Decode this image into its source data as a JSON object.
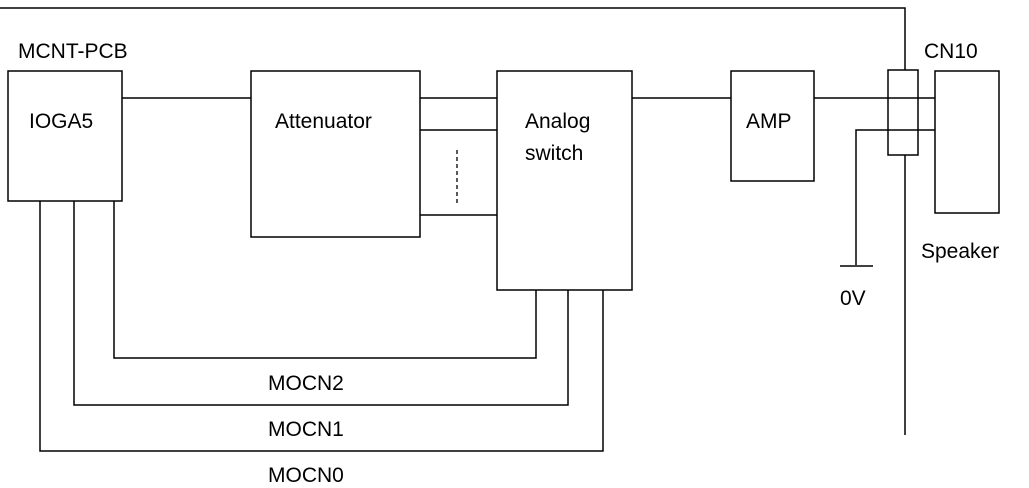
{
  "labels": {
    "board": "MCNT-PCB",
    "connector": "CN10",
    "ioga": "IOGA5",
    "attenuator": "Attenuator",
    "switch_line1": "Analog",
    "switch_line2": "switch",
    "amp": "AMP",
    "speaker": "Speaker",
    "ground": "0V",
    "mocn2": "MOCN2",
    "mocn1": "MOCN1",
    "mocn0": "MOCN0"
  }
}
